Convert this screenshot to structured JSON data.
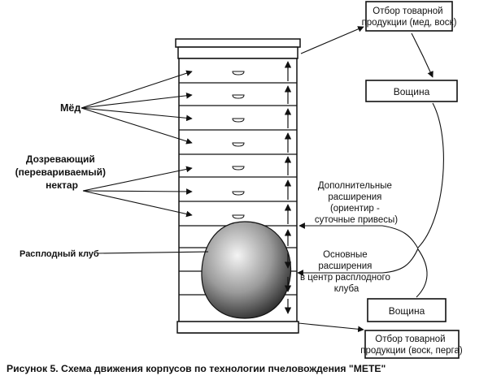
{
  "boxes": {
    "top_harvest": [
      "Отбор товарной",
      "продукции (мед, воск)"
    ],
    "foundation_top": "Вощина",
    "foundation_bottom": "Вощина",
    "bottom_harvest": [
      "Отбор товарной",
      "продукции (воск, перга)"
    ]
  },
  "labels": {
    "honey": "Мёд",
    "ripening": [
      "Дозревающий",
      "(перевариваемый)",
      "нектар"
    ],
    "brood": "Расплодный клуб",
    "additional": [
      "Дополнительные",
      "расширения",
      "(ориентир -",
      "суточные привесы)"
    ],
    "main": [
      "Основные",
      "расширения",
      "в центр расплодного",
      "клуба"
    ]
  },
  "caption": "Рисунок 5. Схема движения корпусов по технологии пчеловождения \"МЕТЕ\""
}
